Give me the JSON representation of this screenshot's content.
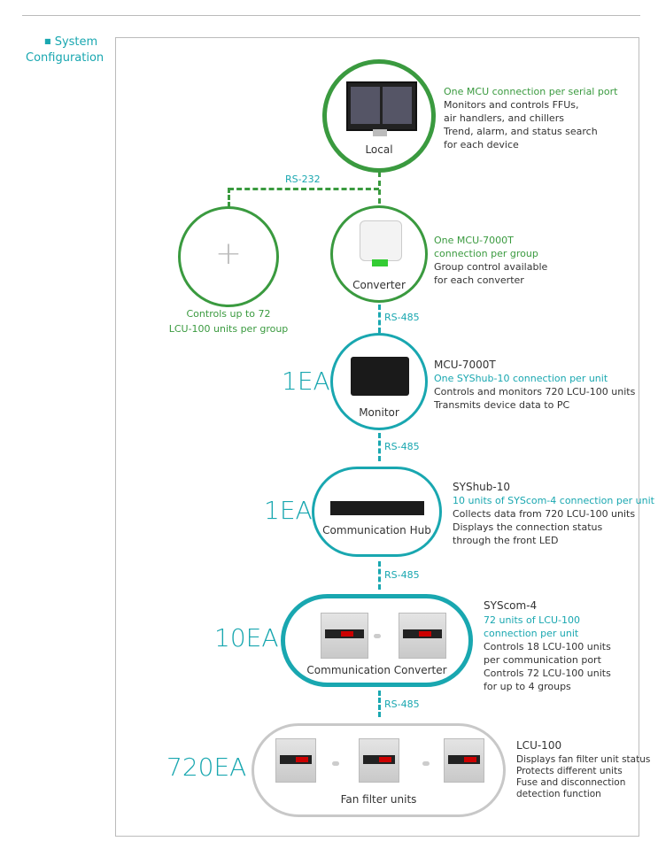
{
  "section": {
    "bullet": "■",
    "title_line1": "System",
    "title_line2": "Configuration"
  },
  "local": {
    "caption": "Local",
    "desc": [
      "One MCU connection per serial port",
      "Monitors and controls FFUs,",
      "air handlers, and chillers",
      "Trend, alarm, and status search",
      "for each device"
    ]
  },
  "rs232": "RS-232",
  "expansion": {
    "icon": "plus-icon",
    "desc": [
      "Controls up to 72",
      "LCU-100 units per group"
    ]
  },
  "converter": {
    "caption": "Converter",
    "desc": [
      "One MCU-7000T",
      "connection per group",
      "Group control available",
      "for each converter"
    ]
  },
  "rs485": "RS-485",
  "monitor": {
    "count": "1EA",
    "caption": "Monitor",
    "title": "MCU-7000T",
    "desc": [
      "One SYShub-10 connection per unit",
      "Controls and monitors 720 LCU-100 units",
      "Transmits device data to PC"
    ]
  },
  "hub": {
    "count": "1EA",
    "caption": "Communication Hub",
    "title": "SYShub-10",
    "desc": [
      "10 units of SYScom-4 connection per unit",
      "Collects data from 720 LCU-100 units",
      "Displays the connection status",
      "through the front LED"
    ]
  },
  "comconv": {
    "count": "10EA",
    "caption": "Communication Converter",
    "title": "SYScom-4",
    "desc": [
      "72 units of LCU-100",
      "connection per unit",
      "Controls 18 LCU-100 units",
      "per communication port",
      "Controls 72 LCU-100 units",
      "for up to 4 groups"
    ]
  },
  "ffu": {
    "count": "720EA",
    "caption": "Fan filter units",
    "title": "LCU-100",
    "desc": [
      "Displays fan filter unit status",
      "Protects different units",
      "Fuse and disconnection",
      "detection function"
    ]
  },
  "colors": {
    "green": "#3a9a3f",
    "teal": "#19a7b0",
    "gray": "#c8c8c8"
  }
}
